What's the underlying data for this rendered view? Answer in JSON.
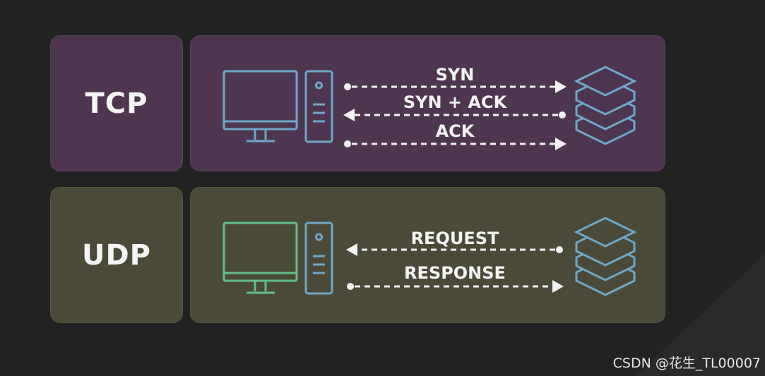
{
  "tcp": {
    "label": "TCP",
    "messages": [
      {
        "text": "SYN",
        "direction": "client-to-server"
      },
      {
        "text": "SYN + ACK",
        "direction": "server-to-client"
      },
      {
        "text": "ACK",
        "direction": "client-to-server"
      }
    ],
    "color": "#4e3650",
    "icon_color": "#6fa8c8"
  },
  "udp": {
    "label": "UDP",
    "messages": [
      {
        "text": "REQUEST",
        "direction": "server-to-client"
      },
      {
        "text": "RESPONSE",
        "direction": "client-to-server"
      }
    ],
    "color": "#4b4a38",
    "computer_icon_color": "#5fc08a",
    "server_icon_color": "#6fa8c8"
  },
  "icons": [
    "monitor-icon",
    "tower-pc-icon",
    "server-stack-icon"
  ],
  "watermark": "CSDN @花生_TL00007"
}
